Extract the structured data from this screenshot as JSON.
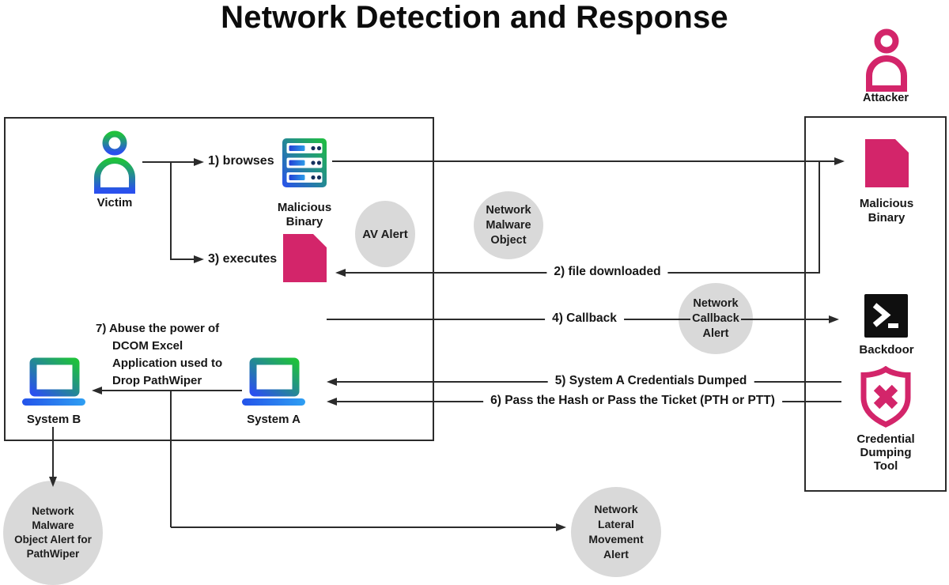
{
  "title": "Network Detection and Response",
  "colors": {
    "accent_pink": "#d3256a",
    "alert_circle_gray": "#d9d9d9",
    "line_color": "#2b2b2b",
    "gradient_green": "#1fc13c",
    "gradient_blue": "#2a50ee",
    "terminal_black": "#0f0f0f"
  },
  "nodes": {
    "attacker": {
      "label": "Attacker"
    },
    "victim": {
      "label": "Victim"
    },
    "malicious_binary_server": {
      "label": "Malicious\nBinary"
    },
    "system_a": {
      "label": "System A"
    },
    "system_b": {
      "label": "System B"
    },
    "malicious_binary_file": {
      "label": "Malicious\nBinary"
    },
    "backdoor": {
      "label": "Backdoor"
    },
    "credential_dumping_tool": {
      "label": "Credential\nDumping\nTool"
    }
  },
  "steps": {
    "s1": "1) browses",
    "s2": "2) file downloaded",
    "s3": "3) executes",
    "s4": "4) Callback",
    "s5": "5) System A Credentials Dumped",
    "s6": "6) Pass the Hash or Pass the Ticket (PTH or PTT)",
    "s7": "7) Abuse the power of\nDCOM Excel\nApplication used to\nDrop PathWiper"
  },
  "alerts": {
    "av": "AV Alert",
    "network_malware_object": "Network\nMalware\nObject",
    "network_callback": "Network\nCallback\nAlert",
    "network_malware_object_pathwiper": "Network\nMalware\nObject Alert for\nPathWiper",
    "network_lateral_movement": "Network\nLateral\nMovement\nAlert"
  }
}
